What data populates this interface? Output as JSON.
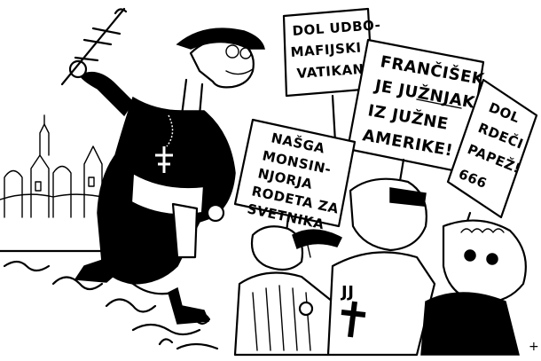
{
  "signs": [
    {
      "id": "dol-udbo",
      "lines": [
        "DOL UDBO-",
        "MAFIJSKI",
        "VATIKAN"
      ]
    },
    {
      "id": "francisek",
      "lines": [
        "FRANČIŠEK",
        "JE JUŽNJAK",
        "IZ JUŽNE",
        "AMERIKE!"
      ]
    },
    {
      "id": "nasga",
      "lines": [
        "NAŠGA",
        "MONSIN-",
        "NJORJA",
        "RODETA ZA",
        "SVETNIKA"
      ]
    },
    {
      "id": "dol-rdeci",
      "lines": [
        "DOL",
        "RDEČI",
        "PAPEŽ!",
        "666"
      ]
    }
  ],
  "banner_letters": "JJ",
  "signature": "+",
  "colors": {
    "ink": "#000000",
    "paper": "#ffffff"
  }
}
